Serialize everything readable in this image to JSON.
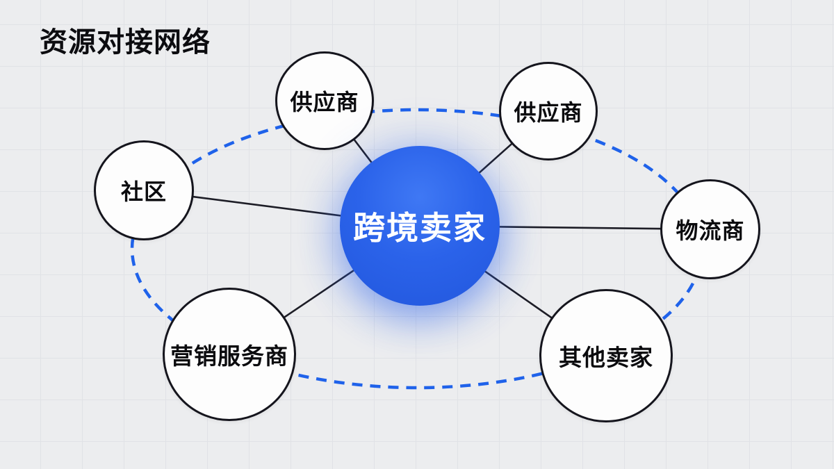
{
  "title": "资源对接网络",
  "colors": {
    "center_blue": "#2b63ea",
    "dashed_ring_blue": "#1f62ea",
    "spoke_line": "#1d1d26",
    "node_border": "#15151d",
    "background": "#ecedef"
  },
  "network": {
    "center": {
      "label": "跨境卖家"
    },
    "nodes": [
      {
        "id": "supplier-1",
        "label": "供应商"
      },
      {
        "id": "supplier-2",
        "label": "供应商"
      },
      {
        "id": "community",
        "label": "社区"
      },
      {
        "id": "logistics",
        "label": "物流商"
      },
      {
        "id": "marketing",
        "label": "营销服务商"
      },
      {
        "id": "other-sellers",
        "label": "其他卖家"
      }
    ]
  }
}
